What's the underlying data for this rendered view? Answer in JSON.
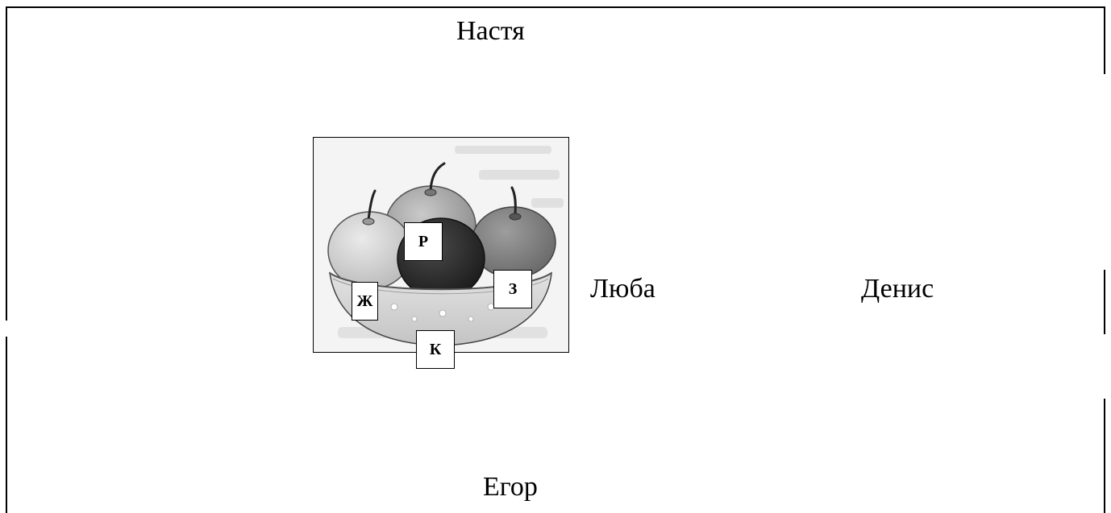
{
  "names": {
    "top": "Настя",
    "right_middle": "Люба",
    "far_right": "Денис",
    "bottom": "Егор"
  },
  "picture": {
    "subject": "bowl-of-apples",
    "labels": {
      "r": "Р",
      "z": "З",
      "zh": "Ж",
      "k": "К"
    }
  }
}
